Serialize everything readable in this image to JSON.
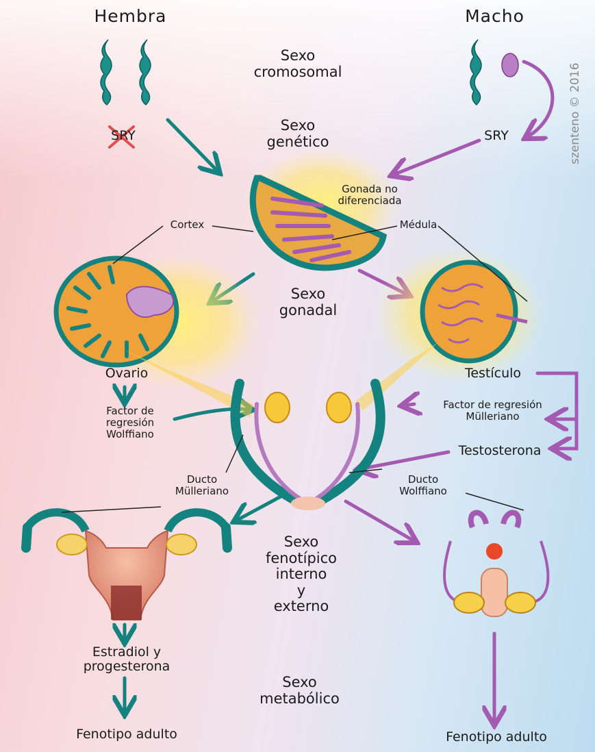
{
  "headers": {
    "female": "Hembra",
    "male": "Macho"
  },
  "stages": {
    "cromosomal": "Sexo\ncromosomal",
    "genetico": "Sexo\ngenético",
    "gonadal": "Sexo\ngonadal",
    "fenotipico": "Sexo\nfenotípico\ninterno\ny\nexterno",
    "metabolico": "Sexo\nmetabólico"
  },
  "labels": {
    "sry_female": "SRY",
    "sry_male": "SRY",
    "gonada": "Gonada no\ndiferenciada",
    "cortex": "Cortex",
    "medula": "Médula",
    "ovario": "Ovario",
    "testiculo": "Testículo",
    "factor_wolffiano": "Factor de\nregresión\nWolffiano",
    "factor_mulleriano": "Factor de regresión\nMülleriano",
    "testosterona": "Testosterona",
    "ducto_mulleriano": "Ducto\nMülleriano",
    "ducto_wolffiano": "Ducto\nWolffiano",
    "estradiol": "Estradiol y\nprogesterona",
    "fenotipo_female": "Fenotipo adulto",
    "fenotipo_male": "Fenotipo adulto"
  },
  "credit": "szenteno © 2016",
  "colors": {
    "teal": "#14827e",
    "purple": "#a45ab0",
    "orange": "#f0a23a",
    "yellow": "#f7d23c",
    "pink": "#e9a08a"
  }
}
